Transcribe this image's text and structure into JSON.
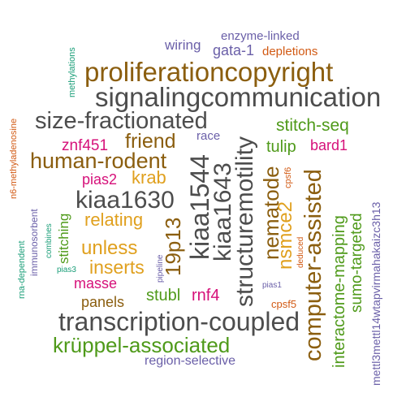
{
  "words": {
    "signalingcommunication": "signalingcommunication",
    "proliferationcopyright": "proliferationcopyright",
    "transcription_coupled": "transcription-coupled",
    "size_fractionated": "size-fractionated",
    "kruppel_associated": "krüppel-associated",
    "human_rodent": "human-rodent",
    "kiaa1630": "kiaa1630",
    "kiaa1544": "kiaa1544",
    "kiaa1643": "kiaa1643",
    "structuremotility": "structuremotility",
    "computer_assisted": "computer-assisted",
    "nematode": "nematode",
    "19p13": "19p13",
    "friend": "friend",
    "unless": "unless",
    "inserts": "inserts",
    "relating": "relating",
    "krab": "krab",
    "stitch_seq": "stitch-seq",
    "interactome_mapping": "interactome-mapping",
    "sumo_targeted": "sumo-targeted",
    "nsmce2": "nsmce2",
    "tulip": "tulip",
    "znf451": "znf451",
    "bard1": "bard1",
    "stubl": "stubl",
    "rnf4": "rnf4",
    "pias2": "pias2",
    "masse": "masse",
    "panels": "panels",
    "stitching": "stitching",
    "race": "race",
    "wiring": "wiring",
    "enzyme_linked": "enzyme-linked",
    "gata_1": "gata-1",
    "depletions": "depletions",
    "region_selective": "region-selective",
    "mettl3mettl14wtapvirmahakaizc3h13": "mettl3mettl14wtapvirmahakaizc3h13",
    "methylations": "methylations",
    "n6_methyladenosine": "n6-methyladenosine",
    "immunosorbent": "immunosorbent",
    "combines": "combines",
    "rna_dependent": "rna-dependent",
    "pias3": "pias3",
    "pipeline": "pipeline",
    "pias1": "pias1",
    "cpsf5": "cpsf5",
    "cpsf6": "cpsf6",
    "deduced": "deduced"
  }
}
